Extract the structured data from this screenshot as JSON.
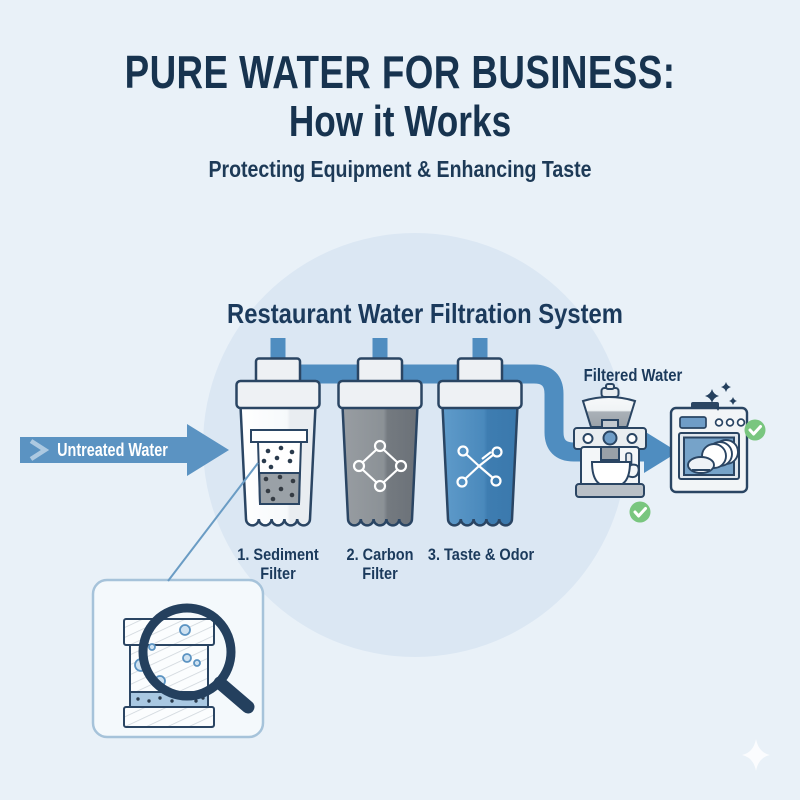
{
  "header": {
    "title_line1": "PURE WATER FOR BUSINESS:",
    "title_line2": "How it Works",
    "subtitle": "Protecting Equipment & Enhancing Taste"
  },
  "diagram": {
    "heading": "Restaurant Water Filtration System",
    "input_label": "Untreated Water",
    "output_label": "Filtered Water",
    "filters": [
      {
        "label": "1. Sediment\nFilter",
        "icon": "sediment-particles-window",
        "body_color": "#f8fafc"
      },
      {
        "label": "2. Carbon\nFilter",
        "icon": "carbon-molecule-icon",
        "body_color": "#878d93"
      },
      {
        "label": "3. Taste & Odor",
        "icon": "taste-odor-molecule-icon",
        "body_color": "#4a89bc"
      }
    ],
    "equipment": [
      {
        "name": "coffee-machine",
        "status": "green-checkmark"
      },
      {
        "name": "dishwasher",
        "status": "green-checkmark",
        "decoration": "sparkles"
      }
    ],
    "inset": {
      "name": "sediment-filter-closeup",
      "magnifier": "magnifier-icon"
    }
  },
  "colors": {
    "background": "#e9f1f8",
    "circle": "#dbe7f3",
    "navy_text": "#1b3a5c",
    "outline_navy": "#2a4563",
    "pipe_blue": "#4f8dc0",
    "arrow_blue": "#5b93c2",
    "canister_gray": "#878d93",
    "canister_blue": "#4a89bc",
    "check_green": "#79c67f"
  }
}
